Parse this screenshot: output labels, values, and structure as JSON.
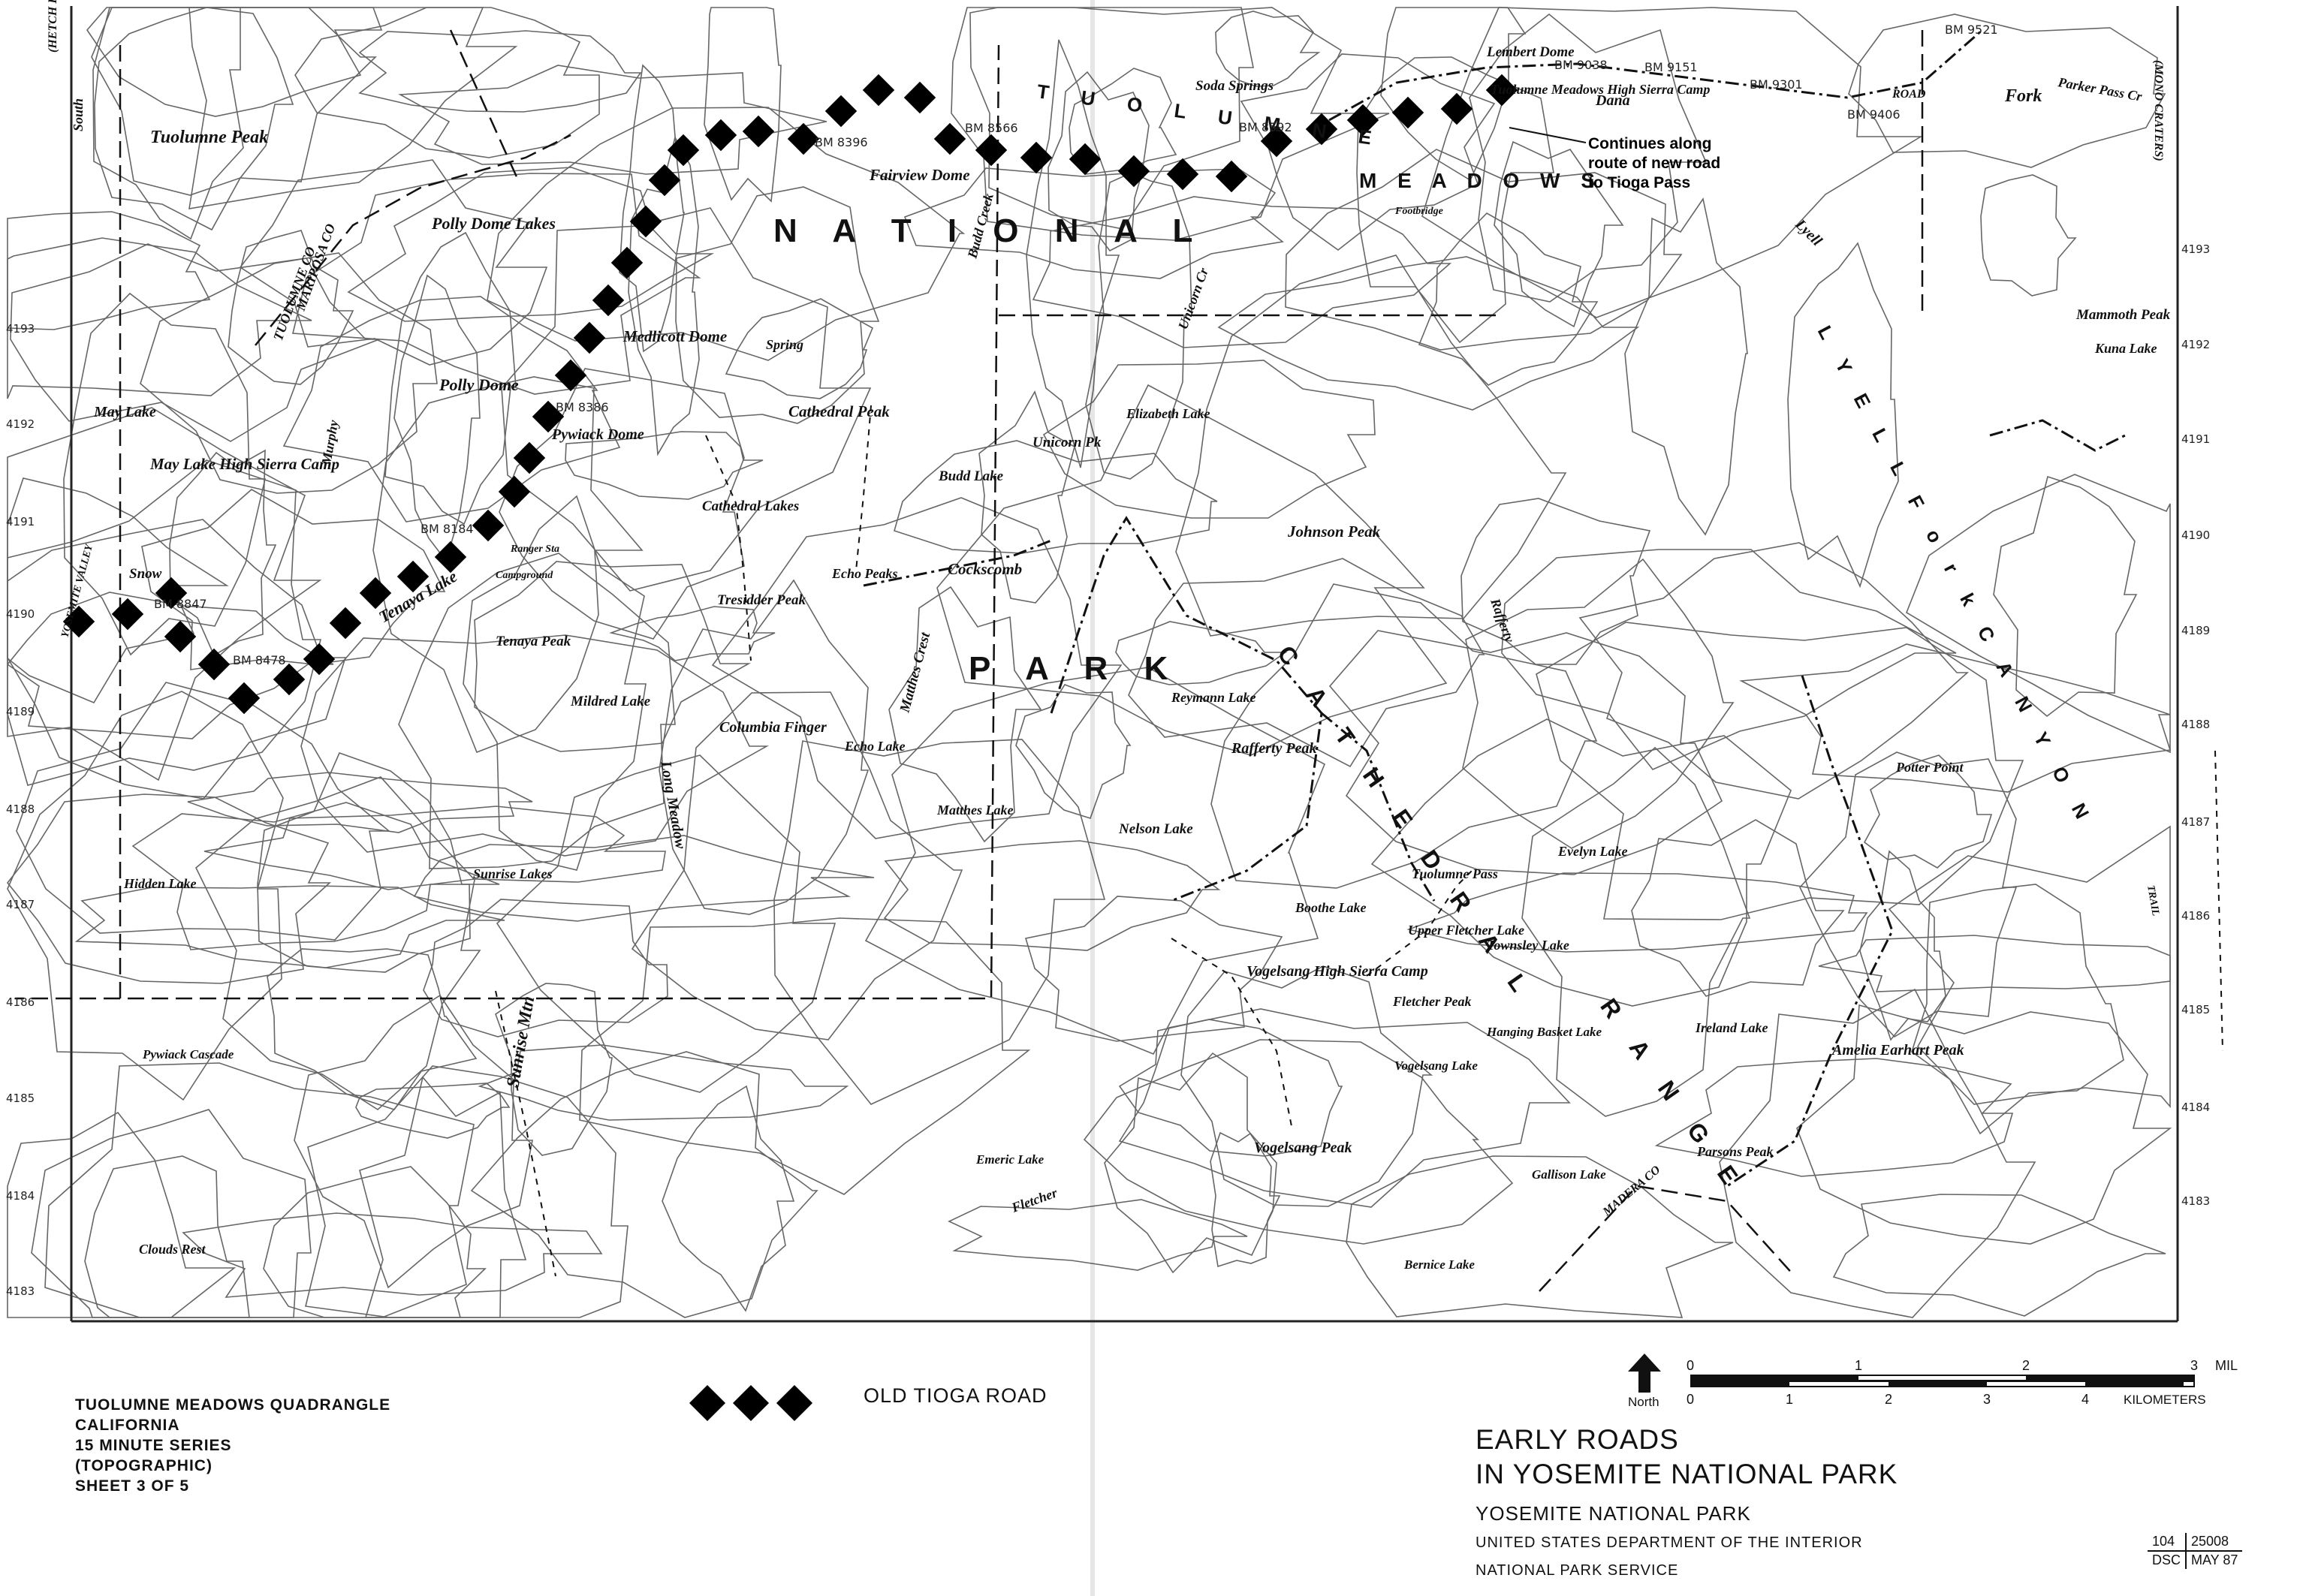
{
  "map": {
    "park_lettering": {
      "national": "N A T I O N A L",
      "park": "P A R K"
    },
    "ranges": {
      "cathedral": "C A T H E D R A L",
      "range": "R A N G E",
      "lyell_canyon": "L Y E L L    F o r k    C A N Y O N",
      "meadows": "M E A D O W S",
      "tuolumne": "T U O L U M N E"
    },
    "places": [
      {
        "id": "tuolumne-peak",
        "text": "Tuolumne Peak"
      },
      {
        "id": "polly-dome-lakes",
        "text": "Polly Dome Lakes"
      },
      {
        "id": "polly-dome",
        "text": "Polly Dome"
      },
      {
        "id": "may-lake",
        "text": "May Lake"
      },
      {
        "id": "may-lake-hsc",
        "text": "May Lake High Sierra Camp"
      },
      {
        "id": "medlicott-dome",
        "text": "Medlicott Dome"
      },
      {
        "id": "pywiack-dome",
        "text": "Pywiack Dome"
      },
      {
        "id": "tenaya-peak",
        "text": "Tenaya Peak"
      },
      {
        "id": "tenaya-lake",
        "text": "Tenaya Lake"
      },
      {
        "id": "mildred-lake",
        "text": "Mildred Lake"
      },
      {
        "id": "tresidder-peak",
        "text": "Tresidder Peak"
      },
      {
        "id": "columbia-finger",
        "text": "Columbia Finger"
      },
      {
        "id": "cathedral-peak",
        "text": "Cathedral Peak"
      },
      {
        "id": "cathedral-lakes",
        "text": "Cathedral Lakes"
      },
      {
        "id": "budd-lake",
        "text": "Budd Lake"
      },
      {
        "id": "echo-peaks",
        "text": "Echo Peaks"
      },
      {
        "id": "cockscomb",
        "text": "Cockscomb"
      },
      {
        "id": "echo-lake",
        "text": "Echo Lake"
      },
      {
        "id": "matthes-crest",
        "text": "Matthes Crest"
      },
      {
        "id": "matthes-lake",
        "text": "Matthes Lake"
      },
      {
        "id": "unicorn-pk",
        "text": "Unicorn Pk"
      },
      {
        "id": "elizabeth-lake",
        "text": "Elizabeth Lake"
      },
      {
        "id": "fairview-dome",
        "text": "Fairview Dome"
      },
      {
        "id": "soda-springs",
        "text": "Soda Springs"
      },
      {
        "id": "lembert-dome",
        "text": "Lembert Dome"
      },
      {
        "id": "tm-hsc",
        "text": "Tuolumne Meadows High Sierra Camp"
      },
      {
        "id": "johnson-peak",
        "text": "Johnson Peak"
      },
      {
        "id": "rafferty",
        "text": "Rafferty"
      },
      {
        "id": "reymann-lake",
        "text": "Reymann Lake"
      },
      {
        "id": "rafferty-peak",
        "text": "Rafferty Peak"
      },
      {
        "id": "nelson-lake",
        "text": "Nelson Lake"
      },
      {
        "id": "evelyn-lake",
        "text": "Evelyn Lake"
      },
      {
        "id": "tuolumne-pass",
        "text": "Tuolumne Pass"
      },
      {
        "id": "boothe-lake",
        "text": "Boothe Lake"
      },
      {
        "id": "upper-fletcher-lake",
        "text": "Upper Fletcher Lake"
      },
      {
        "id": "townsley-lake",
        "text": "Townsley Lake"
      },
      {
        "id": "vogelsang-hsc",
        "text": "Vogelsang High Sierra Camp"
      },
      {
        "id": "fletcher-peak",
        "text": "Fletcher Peak"
      },
      {
        "id": "hanging-basket",
        "text": "Hanging Basket Lake"
      },
      {
        "id": "vogelsang-lake",
        "text": "Vogelsang Lake"
      },
      {
        "id": "ireland-lake",
        "text": "Ireland Lake"
      },
      {
        "id": "amelia-earhart",
        "text": "Amelia Earhart Peak"
      },
      {
        "id": "potter-point",
        "text": "Potter Point"
      },
      {
        "id": "mammoth-peak",
        "text": "Mammoth Peak"
      },
      {
        "id": "kuna-lake",
        "text": "Kuna Lake"
      },
      {
        "id": "vogelsang-peak",
        "text": "Vogelsang Peak"
      },
      {
        "id": "gallison-lake",
        "text": "Gallison Lake"
      },
      {
        "id": "parsons-peak",
        "text": "Parsons Peak"
      },
      {
        "id": "bernice-lake",
        "text": "Bernice Lake"
      },
      {
        "id": "emeric-lake",
        "text": "Emeric Lake"
      },
      {
        "id": "hidden-lake",
        "text": "Hidden Lake"
      },
      {
        "id": "sunrise-lakes",
        "text": "Sunrise Lakes"
      },
      {
        "id": "sunrise-mtn",
        "text": "Sunrise Mtn"
      },
      {
        "id": "pywiack-cascade",
        "text": "Pywiack Cascade"
      },
      {
        "id": "clouds-rest",
        "text": "Clouds Rest"
      },
      {
        "id": "long-meadow",
        "text": "Long Meadow"
      },
      {
        "id": "lyell",
        "text": "Lyell"
      },
      {
        "id": "dana",
        "text": "Dana"
      },
      {
        "id": "fork",
        "text": "Fork"
      },
      {
        "id": "parker-pass",
        "text": "Parker Pass Cr"
      },
      {
        "id": "mono-craters",
        "text": "(MONO CRATERS)"
      },
      {
        "id": "hetch-hetchy",
        "text": "(HETCH HETCHY RESERVOIR)"
      },
      {
        "id": "yosemite-valley",
        "text": "YOSEMITE VALLEY"
      },
      {
        "id": "tuolumne-co",
        "text": "TUOLUMNE CO"
      },
      {
        "id": "mariposa-co",
        "text": "MARIPOSA CO"
      },
      {
        "id": "madera-co",
        "text": "MADERA CO"
      },
      {
        "id": "fletcher",
        "text": "Fletcher"
      },
      {
        "id": "spring",
        "text": "Spring"
      },
      {
        "id": "unicorn-cr",
        "text": "Unicorn Cr"
      },
      {
        "id": "budd-cr",
        "text": "Budd Creek"
      },
      {
        "id": "murphy",
        "text": "Murphy"
      },
      {
        "id": "snow",
        "text": "Snow"
      },
      {
        "id": "south",
        "text": "South"
      },
      {
        "id": "campground",
        "text": "Campground"
      },
      {
        "id": "ranger-sta",
        "text": "Ranger Sta"
      },
      {
        "id": "footbridge",
        "text": "Footbridge"
      },
      {
        "id": "road",
        "text": "ROAD"
      },
      {
        "id": "trail",
        "text": "TRAIL"
      }
    ],
    "benchmarks": [
      "BM 8566",
      "BM 8592",
      "BM 9038",
      "BM 9151",
      "BM 9301",
      "BM 9406",
      "BM 8386",
      "BM 8184",
      "BM 8478",
      "BM 8847",
      "BM 8396",
      "BM 9521"
    ],
    "ticks_left": [
      "4193",
      "4192",
      "4191",
      "4190",
      "4189",
      "4188",
      "4187",
      "4186",
      "4185",
      "4184",
      "4183"
    ],
    "ticks_right": [
      "4193",
      "4192",
      "4191",
      "4190",
      "4189",
      "4188",
      "4187",
      "4186",
      "4185",
      "4184",
      "4183"
    ],
    "note": [
      "Continues along",
      "route of new road",
      "to Tioga Pass"
    ]
  },
  "legend": {
    "quad": [
      "TUOLUMNE MEADOWS QUADRANGLE",
      "CALIFORNIA",
      "15 MINUTE SERIES",
      "(TOPOGRAPHIC)",
      "SHEET 3 OF 5"
    ],
    "old_road": "OLD TIOGA ROAD",
    "scale": {
      "miles_label": "MILES",
      "km_label": "KILOMETERS",
      "miles_ticks": [
        "0",
        "1",
        "2",
        "3"
      ],
      "km_ticks": [
        "0",
        "1",
        "2",
        "3",
        "4"
      ],
      "north": "North"
    }
  },
  "title": {
    "line1": "EARLY ROADS",
    "line2": "IN YOSEMITE NATIONAL PARK",
    "line3": "YOSEMITE NATIONAL PARK",
    "line4": "UNITED STATES DEPARTMENT OF THE INTERIOR",
    "line5": "NATIONAL PARK SERVICE"
  },
  "drawing_number": {
    "a": "104",
    "b": "25008",
    "c": "DSC",
    "d": "MAY 87"
  }
}
